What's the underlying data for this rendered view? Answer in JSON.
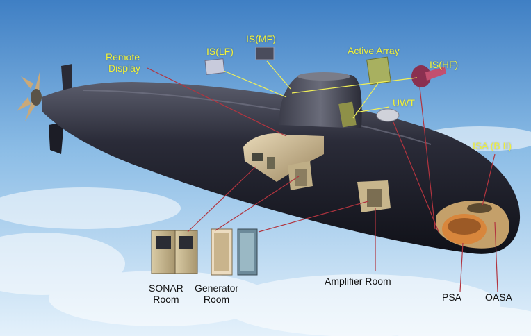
{
  "labels": {
    "remote_display": [
      "Remote",
      "Display"
    ],
    "is_lf": "IS(LF)",
    "is_mf": "IS(MF)",
    "active_array": "Active Array",
    "is_hf": "IS(HF)",
    "uwt": "UWT",
    "isa_b2": "ISA (B II)",
    "sonar_room": [
      "SONAR",
      "Room"
    ],
    "generator_room": [
      "Generator",
      "Room"
    ],
    "amplifier_room": "Amplifier Room",
    "psa": "PSA",
    "oasa": "OASA"
  },
  "colors": {
    "sky_top": "#3f7fc4",
    "sky_bottom": "#e4f1fb",
    "hull": "#1e1f2a",
    "label_yellow": "#f2f23a",
    "leader_red": "#b2343f",
    "leader_yellow": "#f0ef58"
  }
}
